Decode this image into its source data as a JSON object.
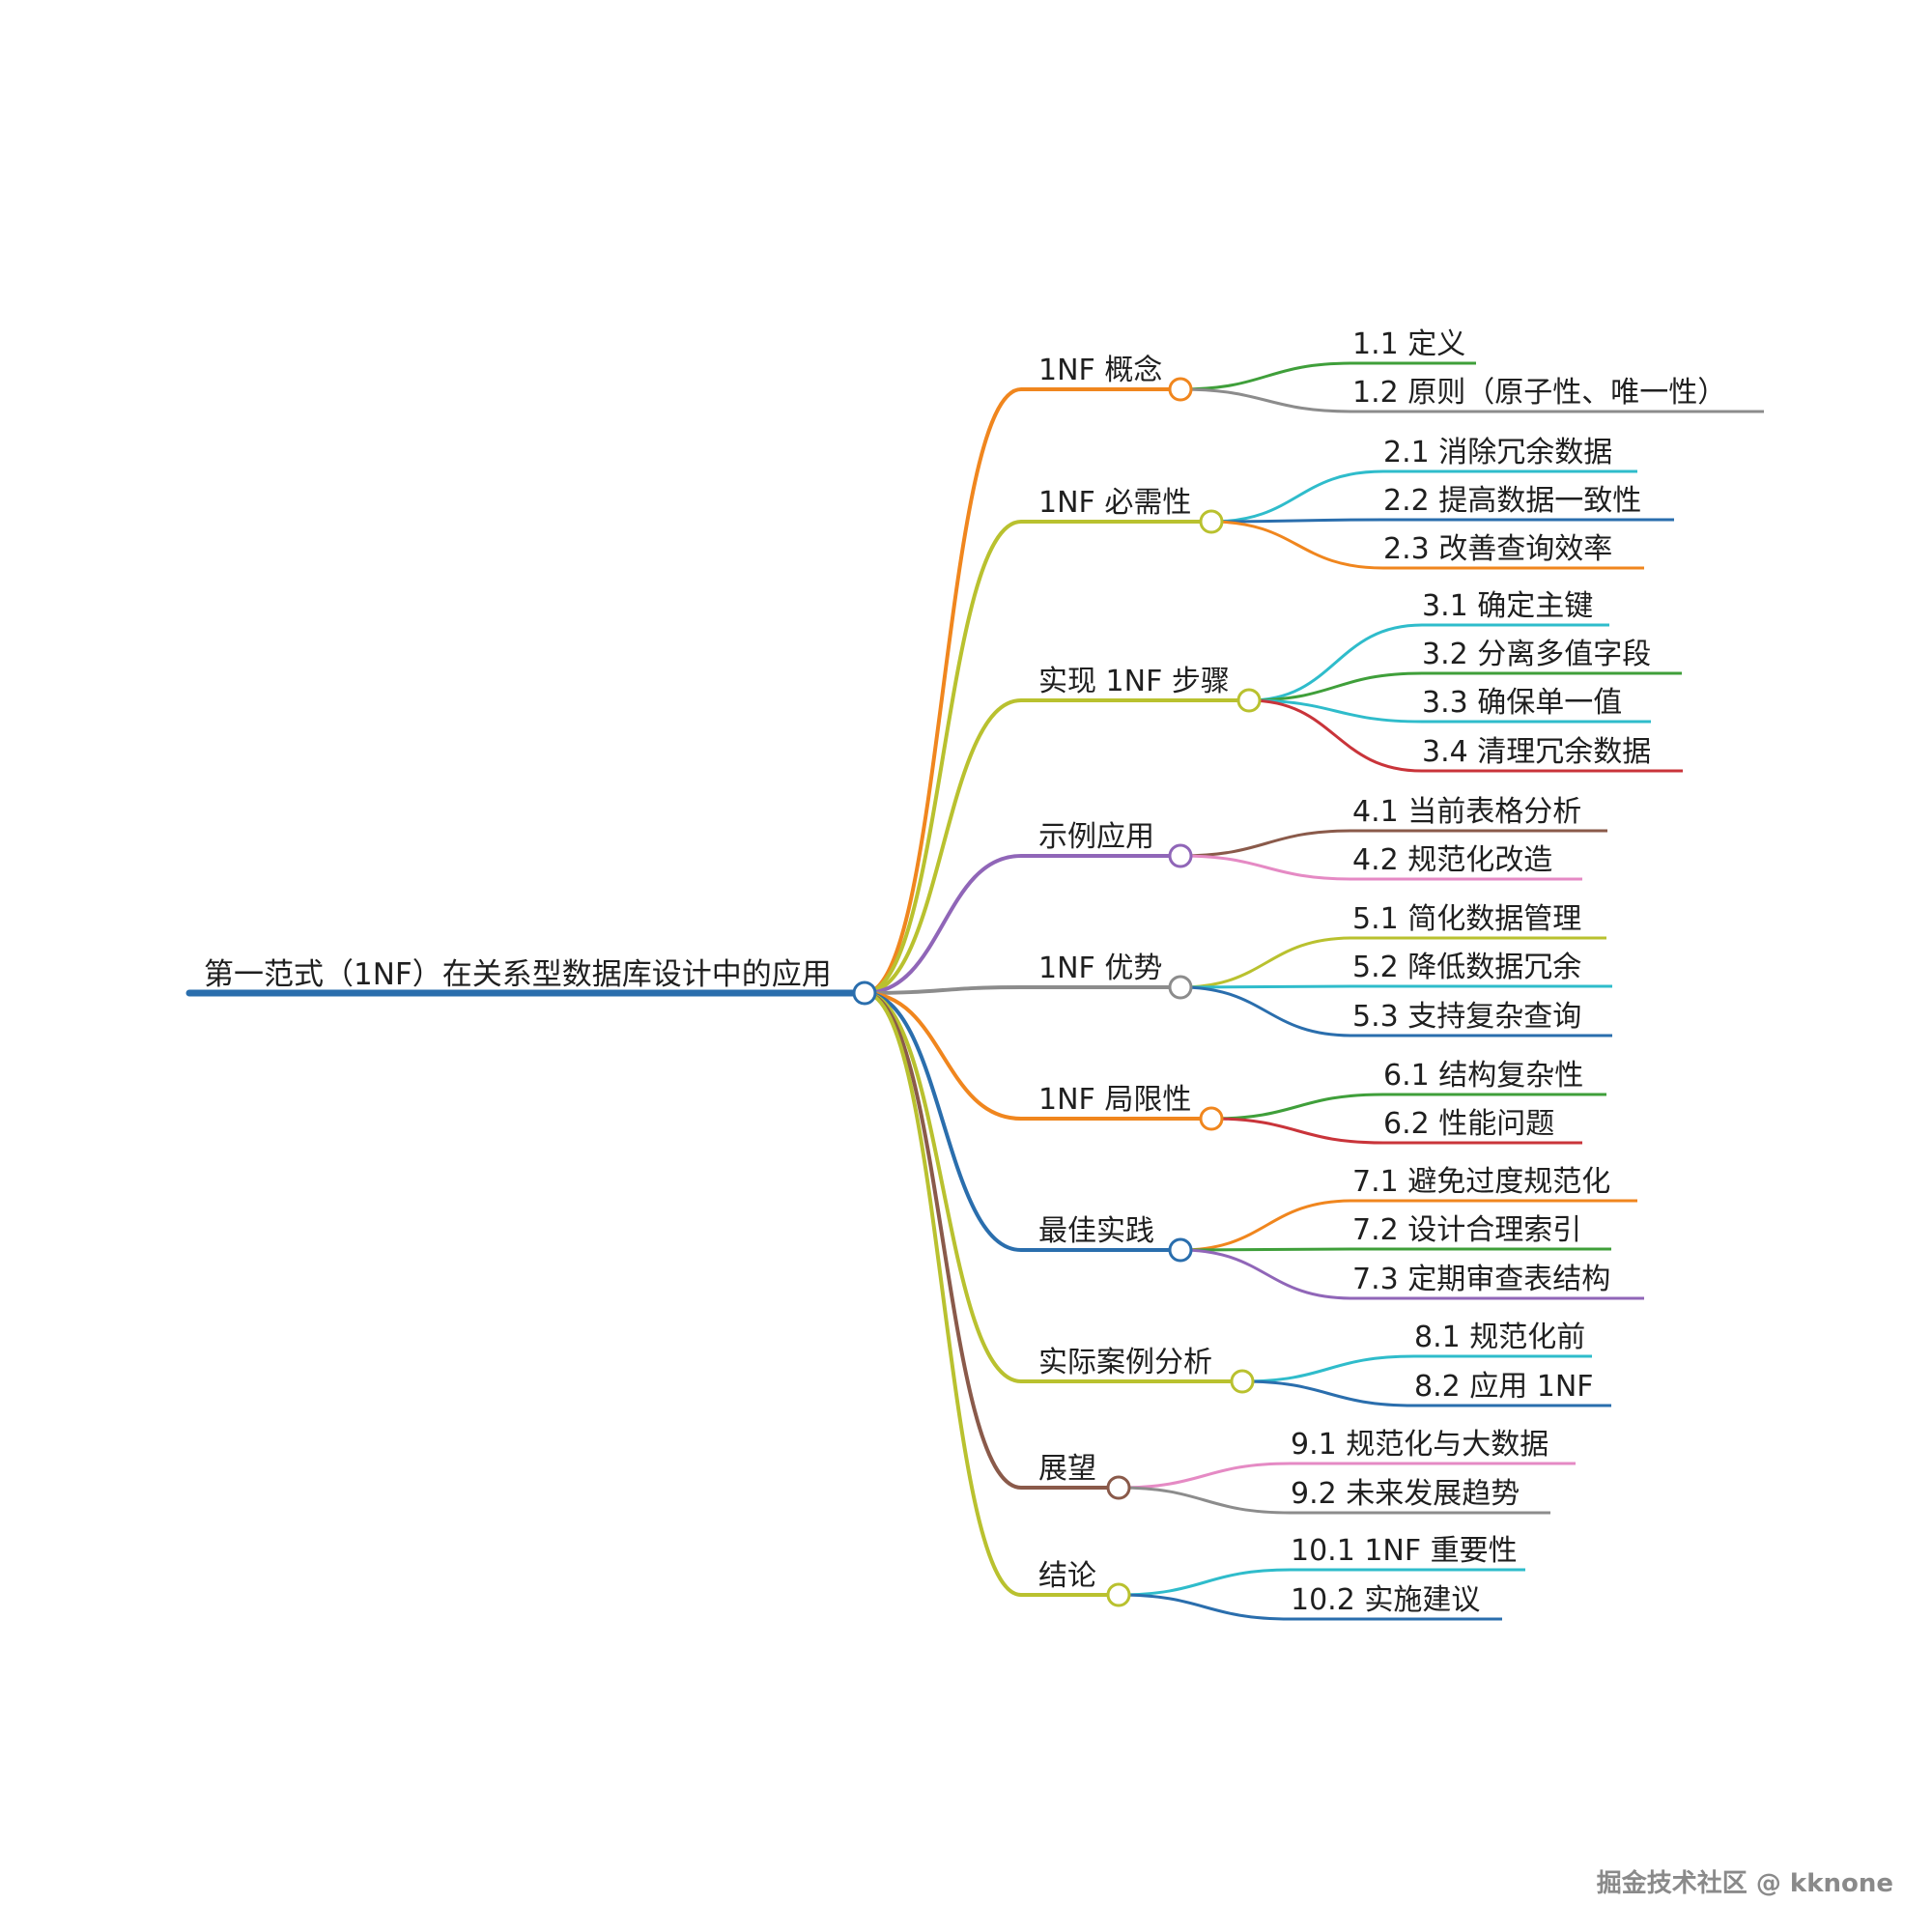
{
  "root": {
    "label": "第一范式（1NF）在关系型数据库设计中的应用",
    "color": "#2a6ead"
  },
  "branches": [
    {
      "label": "1NF 概念",
      "color": "#f0861e",
      "children": [
        {
          "label": "1.1 定义",
          "color": "#3f9f3a"
        },
        {
          "label": "1.2 原则（原子性、唯一性）",
          "color": "#8c8c8c"
        }
      ]
    },
    {
      "label": "1NF 必需性",
      "color": "#b9c12f",
      "children": [
        {
          "label": "2.1 消除冗余数据",
          "color": "#2fbccb"
        },
        {
          "label": "2.2 提高数据一致性",
          "color": "#2a6ead"
        },
        {
          "label": "2.3 改善查询效率",
          "color": "#f0861e"
        }
      ]
    },
    {
      "label": "实现 1NF 步骤",
      "color": "#b9c12f",
      "children": [
        {
          "label": "3.1 确定主键",
          "color": "#2fbccb"
        },
        {
          "label": "3.2 分离多值字段",
          "color": "#3f9f3a"
        },
        {
          "label": "3.3 确保单一值",
          "color": "#2fbccb"
        },
        {
          "label": "3.4 清理冗余数据",
          "color": "#c9343a"
        }
      ]
    },
    {
      "label": "示例应用",
      "color": "#9066b8",
      "children": [
        {
          "label": "4.1 当前表格分析",
          "color": "#8a5a4a"
        },
        {
          "label": "4.2 规范化改造",
          "color": "#e58ac4"
        }
      ]
    },
    {
      "label": "1NF 优势",
      "color": "#8c8c8c",
      "children": [
        {
          "label": "5.1 简化数据管理",
          "color": "#b9c12f"
        },
        {
          "label": "5.2 降低数据冗余",
          "color": "#2fbccb"
        },
        {
          "label": "5.3 支持复杂查询",
          "color": "#2a6ead"
        }
      ]
    },
    {
      "label": "1NF 局限性",
      "color": "#f0861e",
      "children": [
        {
          "label": "6.1 结构复杂性",
          "color": "#3f9f3a"
        },
        {
          "label": "6.2 性能问题",
          "color": "#c9343a"
        }
      ]
    },
    {
      "label": "最佳实践",
      "color": "#2a6ead",
      "children": [
        {
          "label": "7.1 避免过度规范化",
          "color": "#f0861e"
        },
        {
          "label": "7.2 设计合理索引",
          "color": "#3f9f3a"
        },
        {
          "label": "7.3 定期审查表结构",
          "color": "#9066b8"
        }
      ]
    },
    {
      "label": "实际案例分析",
      "color": "#b9c12f",
      "children": [
        {
          "label": "8.1 规范化前",
          "color": "#2fbccb"
        },
        {
          "label": "8.2 应用 1NF",
          "color": "#2a6ead"
        }
      ]
    },
    {
      "label": "展望",
      "color": "#8a5a4a",
      "children": [
        {
          "label": "9.1 规范化与大数据",
          "color": "#e58ac4"
        },
        {
          "label": "9.2 未来发展趋势",
          "color": "#8c8c8c"
        }
      ]
    },
    {
      "label": "结论",
      "color": "#b9c12f",
      "children": [
        {
          "label": "10.1 1NF 重要性",
          "color": "#2fbccb"
        },
        {
          "label": "10.2 实施建议",
          "color": "#2a6ead"
        }
      ]
    }
  ],
  "watermark": "掘金技术社区 @ kknone"
}
